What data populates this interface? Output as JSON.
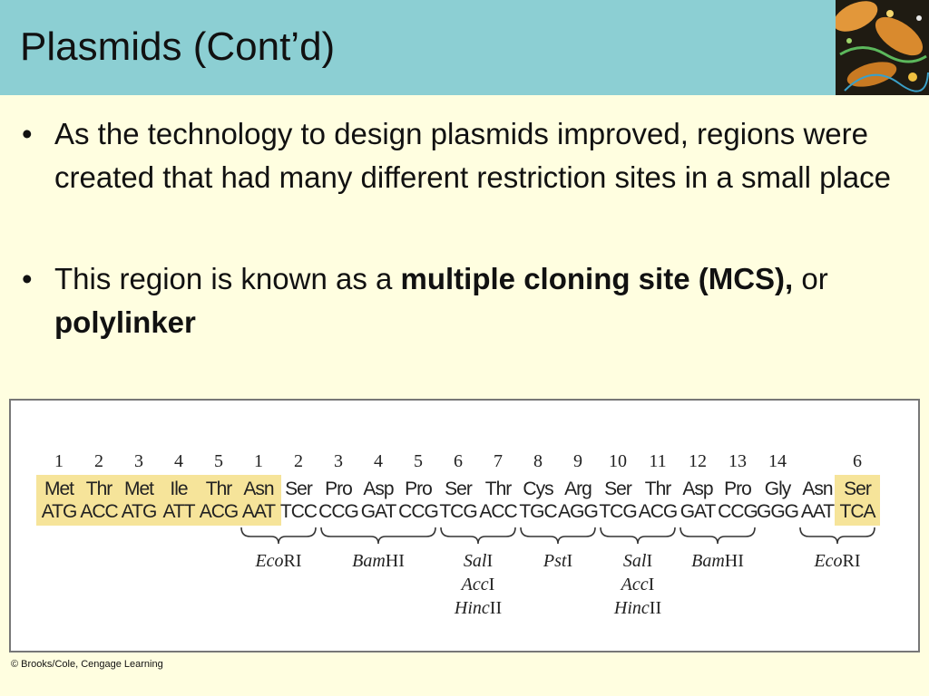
{
  "slide": {
    "title": "Plasmids (Cont’d)",
    "bullets": [
      {
        "marker": "•",
        "parts": [
          {
            "text": "As the technology to design plasmids improved, regions were created that had many different restriction sites in a small place",
            "bold": false
          }
        ]
      },
      {
        "marker": "•",
        "parts": [
          {
            "text": "This region is known as a ",
            "bold": false
          },
          {
            "text": "multiple cloning site (MCS),",
            "bold": true
          },
          {
            "text": " or ",
            "bold": false
          },
          {
            "text": "polylinker",
            "bold": true
          }
        ]
      }
    ],
    "credit": "© Brooks/Cole, Cengage Learning"
  },
  "figure": {
    "highlight_color": "#f6e49a",
    "columns": [
      {
        "num": "1",
        "aa": "Met",
        "codon": "ATG",
        "highlight": true
      },
      {
        "num": "2",
        "aa": "Thr",
        "codon": "ACC",
        "highlight": true
      },
      {
        "num": "3",
        "aa": "Met",
        "codon": "ATG",
        "highlight": true
      },
      {
        "num": "4",
        "aa": "Ile",
        "codon": "ATT",
        "highlight": true
      },
      {
        "num": "5",
        "aa": "Thr",
        "codon": "ACG",
        "highlight": true
      },
      {
        "num": "1",
        "aa": "Asn",
        "codon": "AAT",
        "highlight": true
      },
      {
        "num": "2",
        "aa": "Ser",
        "codon": "TCC",
        "highlight": false
      },
      {
        "num": "3",
        "aa": "Pro",
        "codon": "CCG",
        "highlight": false
      },
      {
        "num": "4",
        "aa": "Asp",
        "codon": "GAT",
        "highlight": false
      },
      {
        "num": "5",
        "aa": "Pro",
        "codon": "CCG",
        "highlight": false
      },
      {
        "num": "6",
        "aa": "Ser",
        "codon": "TCG",
        "highlight": false
      },
      {
        "num": "7",
        "aa": "Thr",
        "codon": "ACC",
        "highlight": false
      },
      {
        "num": "8",
        "aa": "Cys",
        "codon": "TGC",
        "highlight": false
      },
      {
        "num": "9",
        "aa": "Arg",
        "codon": "AGG",
        "highlight": false
      },
      {
        "num": "10",
        "aa": "Ser",
        "codon": "TCG",
        "highlight": false
      },
      {
        "num": "11",
        "aa": "Thr",
        "codon": "ACG",
        "highlight": false
      },
      {
        "num": "12",
        "aa": "Asp",
        "codon": "GAT",
        "highlight": false
      },
      {
        "num": "13",
        "aa": "Pro",
        "codon": "CCG",
        "highlight": false
      },
      {
        "num": "14",
        "aa": "Gly",
        "codon": "GGG",
        "highlight": false
      },
      {
        "num": "",
        "aa": "Asn",
        "codon": "AAT",
        "highlight": false
      },
      {
        "num": "6",
        "aa": "Ser",
        "codon": "TCA",
        "highlight": true
      }
    ],
    "sites": [
      {
        "span": [
          5,
          6
        ],
        "enzymes": [
          {
            "italic": "Eco",
            "roman": "RI"
          }
        ]
      },
      {
        "span": [
          7,
          9
        ],
        "enzymes": [
          {
            "italic": "Bam",
            "roman": "HI"
          }
        ]
      },
      {
        "span": [
          10,
          11
        ],
        "enzymes": [
          {
            "italic": "Sal",
            "roman": "I"
          },
          {
            "italic": "Acc",
            "roman": "I"
          },
          {
            "italic": "Hinc",
            "roman": "II"
          }
        ]
      },
      {
        "span": [
          12,
          13
        ],
        "enzymes": [
          {
            "italic": "Pst",
            "roman": "I"
          }
        ]
      },
      {
        "span": [
          14,
          15
        ],
        "enzymes": [
          {
            "italic": "Sal",
            "roman": "I"
          },
          {
            "italic": "Acc",
            "roman": "I"
          },
          {
            "italic": "Hinc",
            "roman": "II"
          }
        ]
      },
      {
        "span": [
          16,
          17
        ],
        "enzymes": [
          {
            "italic": "Bam",
            "roman": "HI"
          }
        ]
      },
      {
        "span": [
          19,
          20
        ],
        "enzymes": [
          {
            "italic": "Eco",
            "roman": "RI"
          }
        ]
      }
    ]
  }
}
